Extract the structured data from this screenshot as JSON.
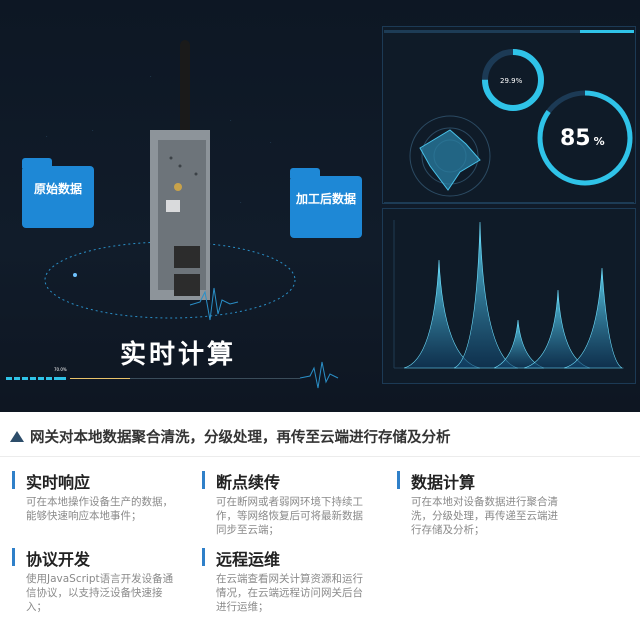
{
  "hero": {
    "source_folder_label": "原始数据",
    "processed_folder_label": "加工后数据",
    "title": "实时计算",
    "gauge_big_value": "85",
    "gauge_big_unit": "%",
    "gauge_small_value": "29.9%",
    "progress_label": "70.0%",
    "accent_color": "#1e88d6",
    "chart_color": "#2fc3e8"
  },
  "main": {
    "headline": "网关对本地数据聚合清洗，分级处理，再传至云端进行存储及分析",
    "features": [
      {
        "title": "实时响应",
        "description": "可在本地操作设备生产的数据，能够快速响应本地事件；"
      },
      {
        "title": "断点续传",
        "description": "可在断网或者弱网环境下持续工作，等网络恢复后可将最新数据同步至云端；"
      },
      {
        "title": "数据计算",
        "description": "可在本地对设备数据进行聚合清洗，分级处理，再传递至云端进行存储及分析；"
      },
      {
        "title": "协议开发",
        "description": "使用JavaScript语言开发设备通信协议，以支持泛设备快速接入；"
      },
      {
        "title": "远程运维",
        "description": "在云端查看网关计算资源和运行情况，在云端远程访问网关后台进行运维；"
      }
    ]
  }
}
